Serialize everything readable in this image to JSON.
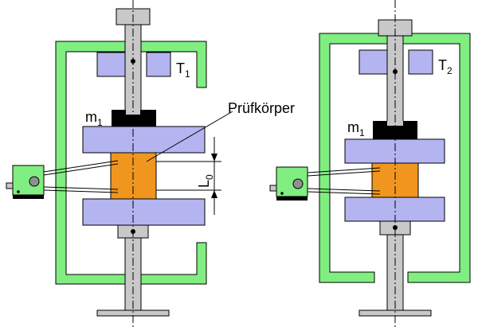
{
  "labels": {
    "t1": "T",
    "t1_sub": "1",
    "t2": "T",
    "t2_sub": "2",
    "m1_left": "m",
    "m1_left_sub": "1",
    "m1_right": "m",
    "m1_right_sub": "1",
    "specimen": "Prüfkörper",
    "l0": "L",
    "l0_sub": "0"
  },
  "colors": {
    "frame": "#80ee80",
    "platen": "#b4b4f0",
    "specimen": "#f0961e",
    "rod": "#c8c8c8",
    "mass": "#000000",
    "gauge": "#80ee80"
  }
}
